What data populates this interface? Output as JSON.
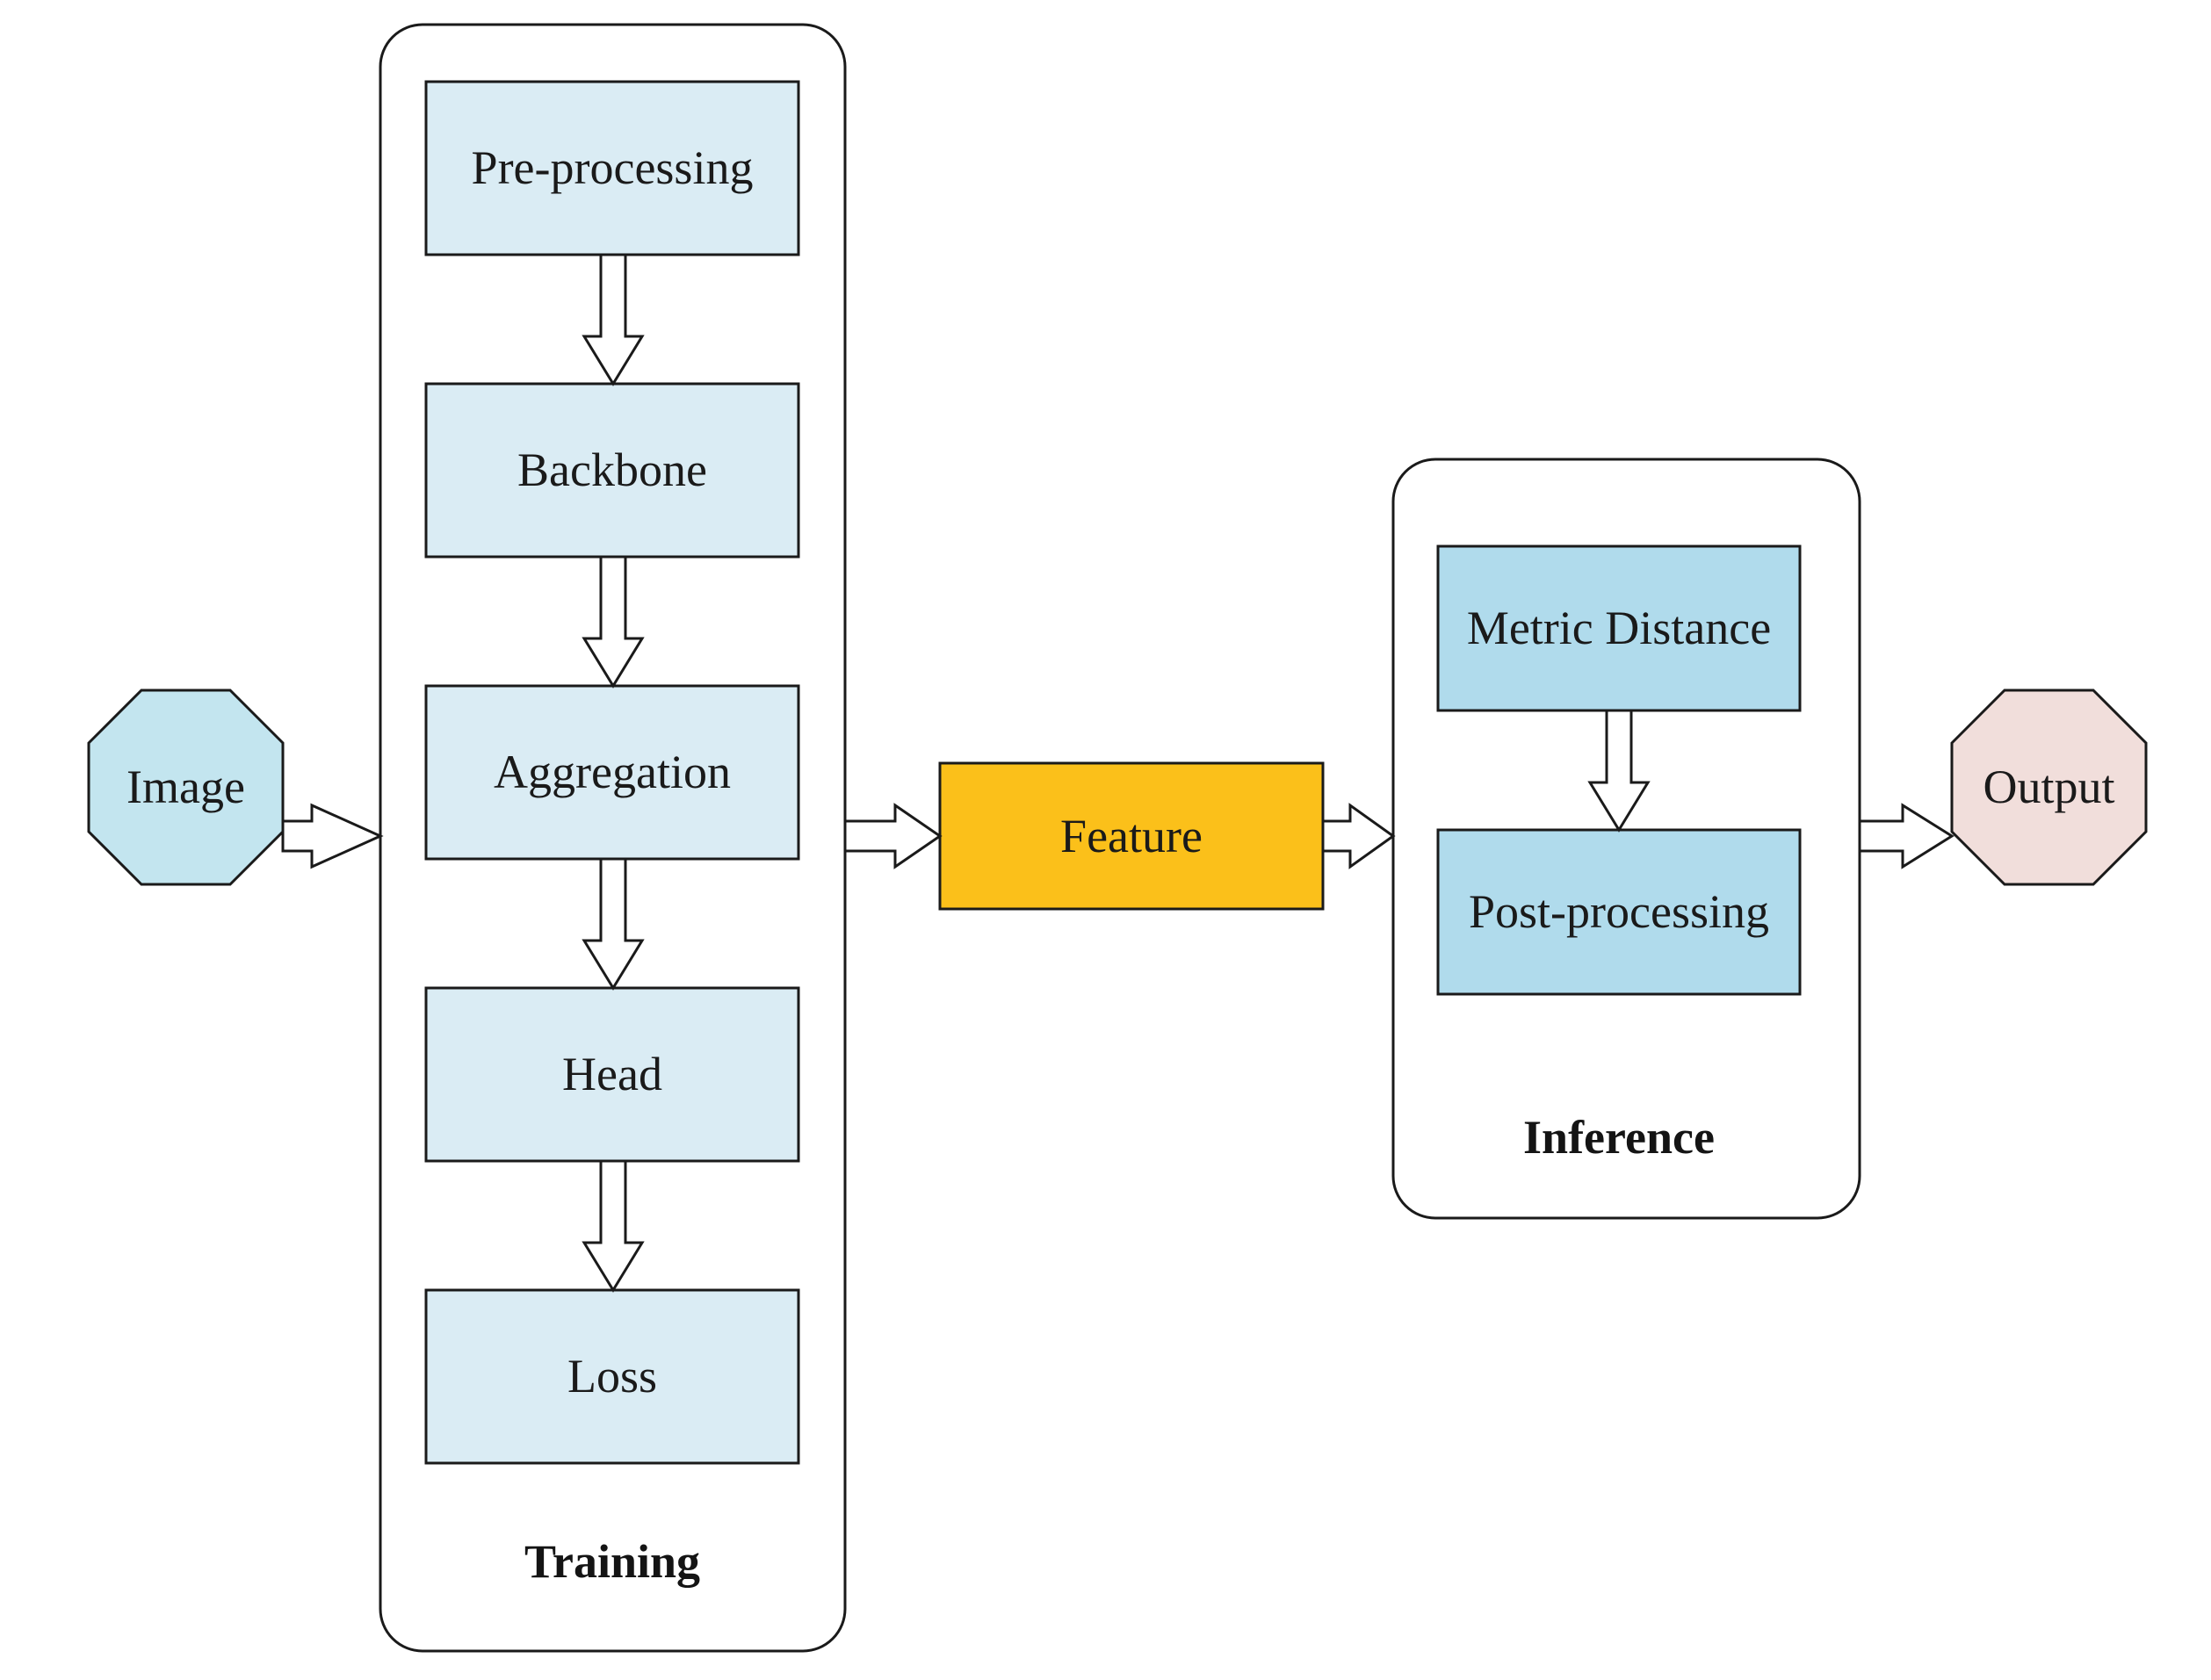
{
  "diagram": {
    "title": "Training and Inference pipeline flowchart",
    "background": "#ffffff",
    "stroke_color": "#1a1a1a",
    "arrow_fill": "#ffffff",
    "colors": {
      "training_box_fill": "#daecf4",
      "inference_box_fill": "#b0dbec",
      "feature_fill": "#fbc01a",
      "image_fill": "#c3e5ef",
      "output_fill": "#f1dedb"
    }
  },
  "nodes": {
    "image": {
      "label": "Image",
      "shape": "octagon",
      "fill": "#c3e5ef"
    },
    "feature": {
      "label": "Feature",
      "shape": "rectangle",
      "fill": "#fbc01a"
    },
    "output": {
      "label": "Output",
      "shape": "octagon",
      "fill": "#f1dedb"
    }
  },
  "training_group": {
    "caption": "Training",
    "shape": "rounded-rectangle",
    "steps": [
      {
        "label": "Pre-processing"
      },
      {
        "label": "Backbone"
      },
      {
        "label": "Aggregation"
      },
      {
        "label": "Head"
      },
      {
        "label": "Loss"
      }
    ]
  },
  "inference_group": {
    "caption": "Inference",
    "shape": "rounded-rectangle",
    "steps": [
      {
        "label": "Metric Distance"
      },
      {
        "label": "Post-processing"
      }
    ]
  },
  "connections": [
    {
      "from": "image",
      "to": "training_group",
      "style": "block-arrow",
      "direction": "right"
    },
    {
      "from": "training_group.Pre-processing",
      "to": "training_group.Backbone",
      "style": "block-arrow",
      "direction": "down"
    },
    {
      "from": "training_group.Backbone",
      "to": "training_group.Aggregation",
      "style": "block-arrow",
      "direction": "down"
    },
    {
      "from": "training_group.Aggregation",
      "to": "training_group.Head",
      "style": "block-arrow",
      "direction": "down"
    },
    {
      "from": "training_group.Head",
      "to": "training_group.Loss",
      "style": "block-arrow",
      "direction": "down"
    },
    {
      "from": "training_group",
      "to": "feature",
      "style": "block-arrow",
      "direction": "right"
    },
    {
      "from": "feature",
      "to": "inference_group",
      "style": "block-arrow",
      "direction": "right"
    },
    {
      "from": "inference_group.Metric Distance",
      "to": "inference_group.Post-processing",
      "style": "block-arrow",
      "direction": "down"
    },
    {
      "from": "inference_group",
      "to": "output",
      "style": "block-arrow",
      "direction": "right"
    }
  ]
}
